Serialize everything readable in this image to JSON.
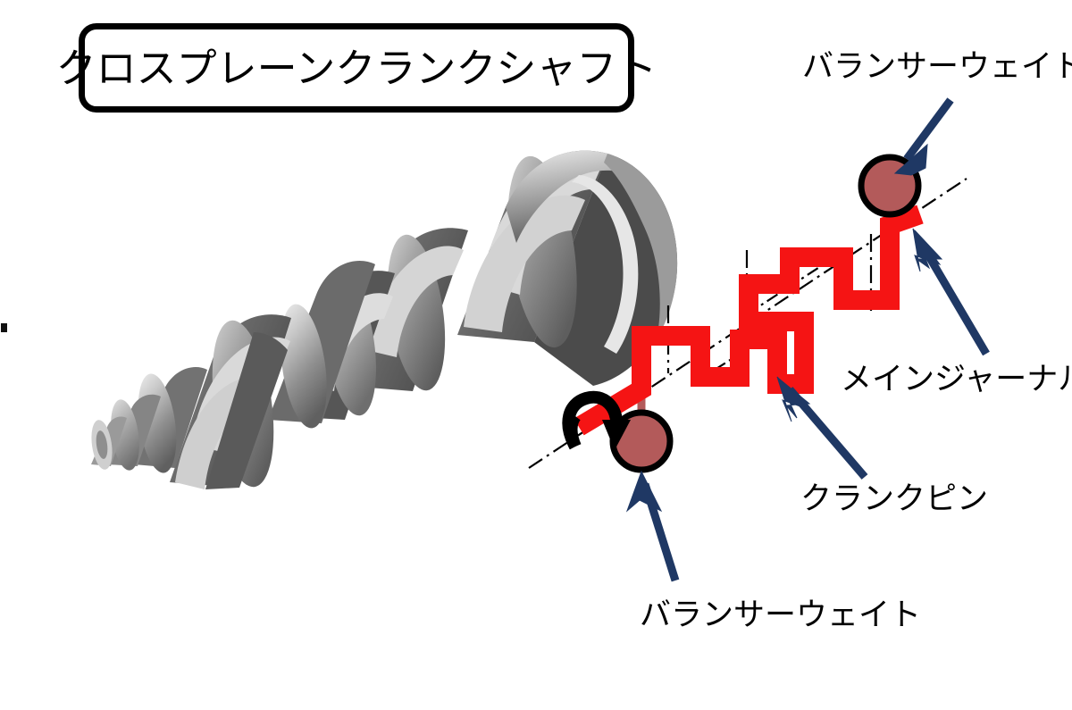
{
  "diagram": {
    "title": "クロスプレーンクランクシャフト",
    "background_color": "#FFFFFF"
  },
  "labels": {
    "balancer_weight_top": "バランサーウェイト",
    "main_journal": "メインジャーナル",
    "crank_pin": "クランクピン",
    "balancer_weight_bottom": "バランサーウェイト"
  },
  "colors": {
    "shaft_red": "#F51414",
    "balancer_fill": "#B35A5A",
    "outline_black": "#000000",
    "arrow_navy": "#1F3864",
    "metal_light": "#E8E8E8",
    "metal_mid": "#9A9A9A",
    "metal_dark": "#5A5A5A",
    "centerline_black": "#000000"
  },
  "parts": {
    "rendered_crankshaft": "crankshaft-3d-render",
    "schematic_shaft": "crankshaft-schematic-zigzag",
    "balancer_weights_count": 2,
    "rotation_indicator": "rotation-arrow"
  }
}
